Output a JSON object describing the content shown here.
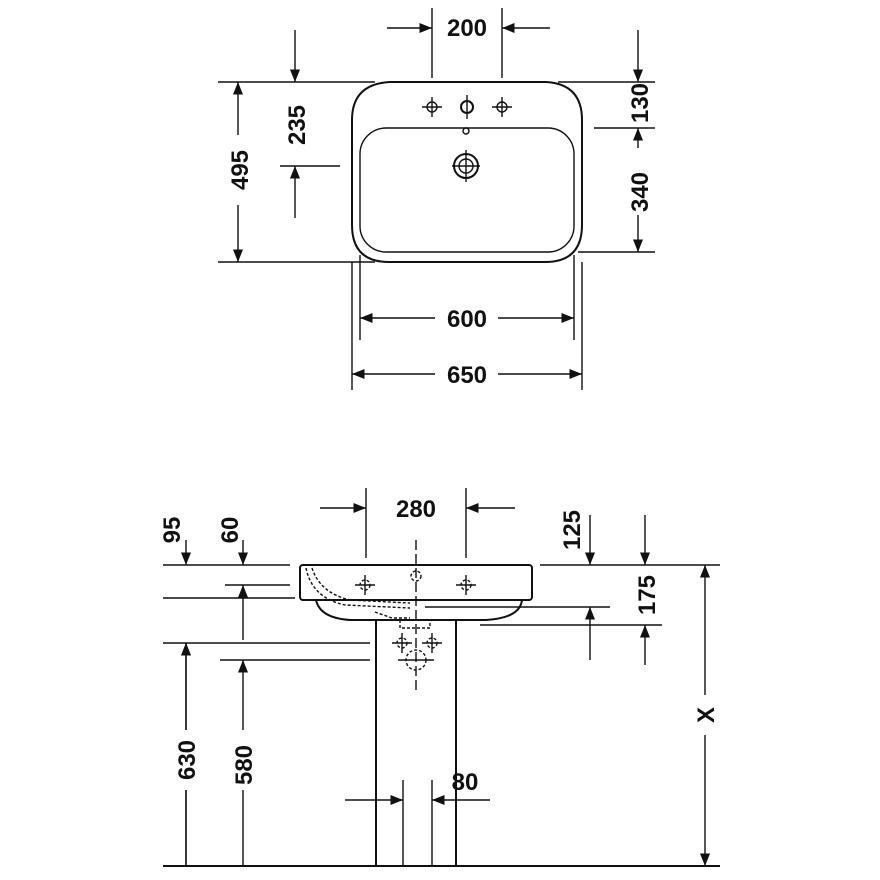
{
  "top_view": {
    "dimensions": {
      "hole_spacing": "200",
      "back_to_holes": "130",
      "bowl_depth": "340",
      "overall_depth": "495",
      "back_to_drain": "235",
      "bowl_width": "600",
      "overall_width": "650"
    }
  },
  "side_view": {
    "dimensions": {
      "hole_spacing": "280",
      "d95": "95",
      "d60": "60",
      "d125": "125",
      "d175": "175",
      "d630": "630",
      "d580": "580",
      "pedestal_width": "80",
      "height_variable": "X"
    }
  },
  "line_color": "#111111"
}
